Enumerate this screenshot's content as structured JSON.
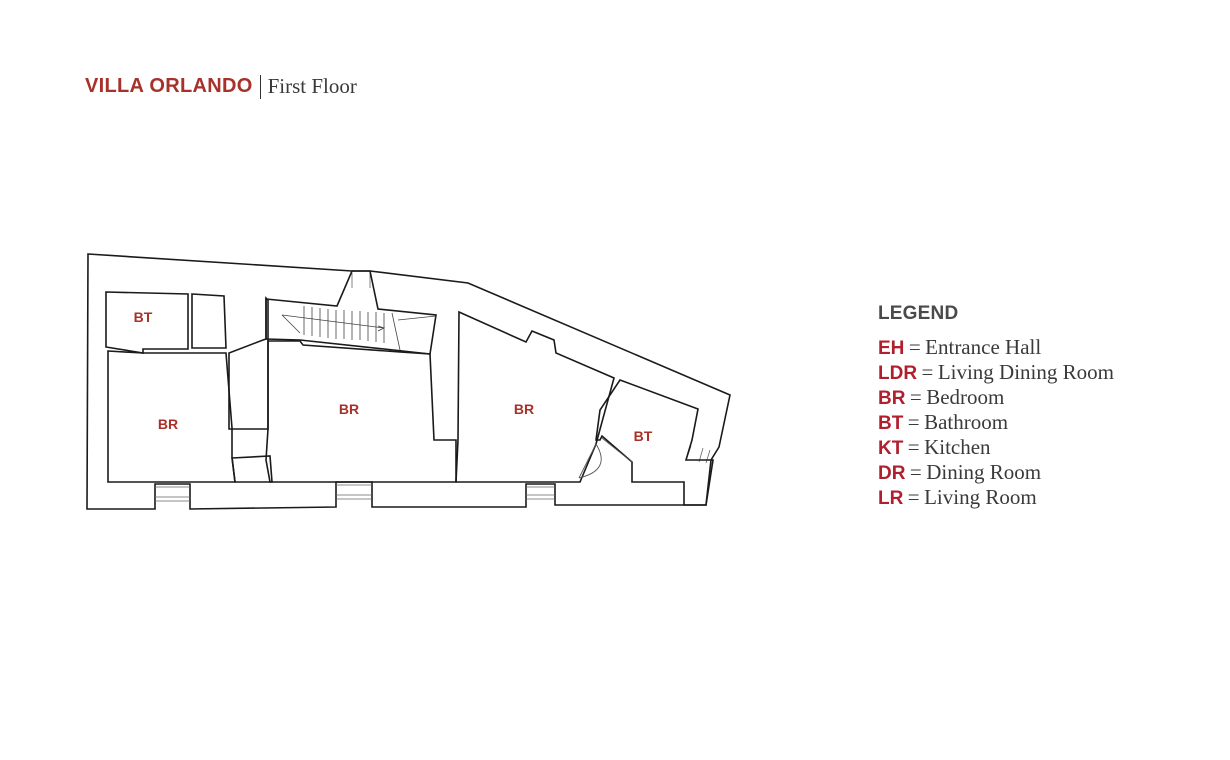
{
  "title": {
    "brand": "VILLA ORLANDO",
    "floor": "First Floor"
  },
  "colors": {
    "brand": "#a8312a",
    "label": "#b01f2e",
    "line": "#1a1a1a",
    "text": "#3a3a3a"
  },
  "rooms": [
    "BT",
    "BR",
    "BR",
    "BR",
    "BT"
  ],
  "legend": {
    "title": "LEGEND",
    "equals": "=",
    "items": [
      {
        "code": "EH",
        "desc": "Entrance Hall"
      },
      {
        "code": "LDR",
        "desc": "Living Dining Room"
      },
      {
        "code": "BR",
        "desc": "Bedroom"
      },
      {
        "code": "BT",
        "desc": "Bathroom"
      },
      {
        "code": "KT",
        "desc": "Kitchen"
      },
      {
        "code": "DR",
        "desc": "Dining Room"
      },
      {
        "code": "LR",
        "desc": "Living Room"
      }
    ]
  }
}
